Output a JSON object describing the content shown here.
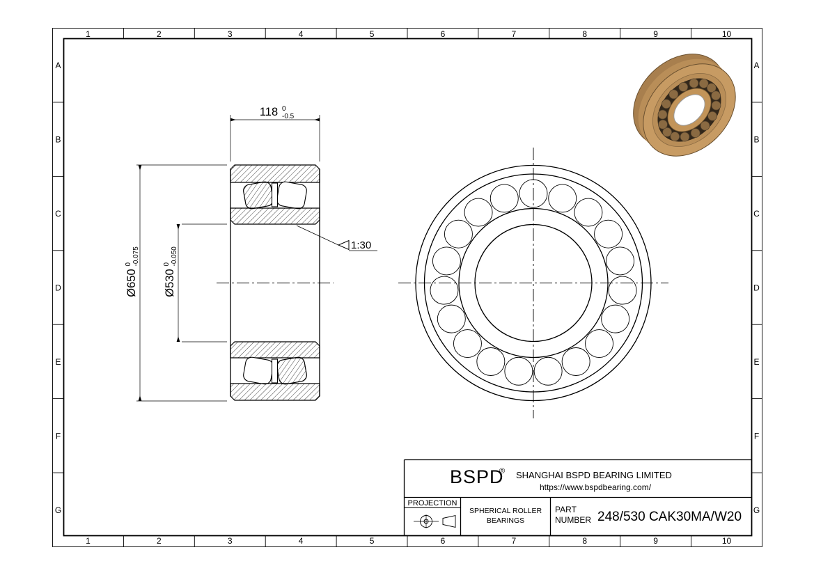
{
  "drawing": {
    "grid": {
      "columns": [
        "1",
        "2",
        "3",
        "4",
        "5",
        "6",
        "7",
        "8",
        "9",
        "10"
      ],
      "rows": [
        "A",
        "B",
        "C",
        "D",
        "E",
        "F",
        "G"
      ]
    },
    "section_view": {
      "width_dim": {
        "value": "118",
        "tol_upper": "0",
        "tol_lower": "-0.5"
      },
      "outer_dia_dim": {
        "value": "Ø650",
        "tol_upper": "0",
        "tol_lower": "-0.075"
      },
      "bore_dia_dim": {
        "value": "Ø530",
        "tol_upper": "0",
        "tol_lower": "-0.050"
      },
      "taper_label": "1:30"
    },
    "front_view": {
      "roller_count": 19
    },
    "colors": {
      "line": "#000000",
      "render_face": "#c79b63",
      "render_mid": "#b98e58",
      "render_band": "#a87f4e",
      "render_cavity": "#32271a",
      "render_roller": "#8a6a42",
      "render_inner_face": "#c29459"
    }
  },
  "title_block": {
    "logo_text": "BSPD",
    "registered_mark": "®",
    "company_name": "SHANGHAI BSPD BEARING LIMITED",
    "website": "https://www.bspdbearing.com/",
    "projection_label": "PROJECTION",
    "product_type_line1": "SPHERICAL ROLLER",
    "product_type_line2": "BEARINGS",
    "part_label_line1": "PART",
    "part_label_line2": "NUMBER",
    "part_number": "248/530 CAK30MA/W20"
  }
}
